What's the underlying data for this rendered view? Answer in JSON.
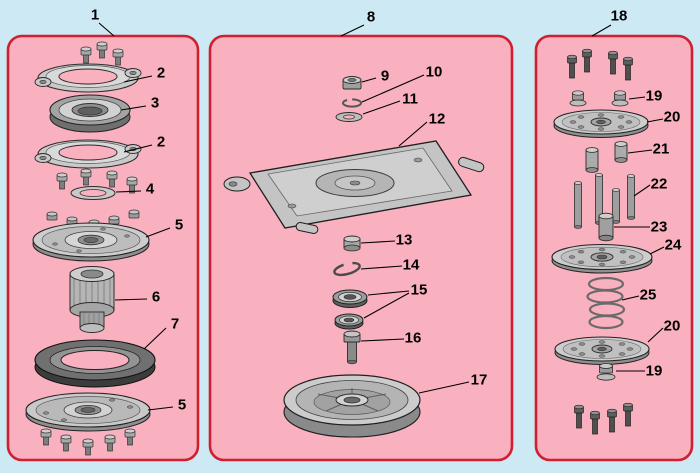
{
  "colors": {
    "background": "#cde9f3",
    "panel_fill": "#f9b0bf",
    "panel_border": "#cf1f33",
    "line": "#000000",
    "text": "#000000"
  },
  "panels": [
    {
      "label": "1",
      "callouts": [
        {
          "number": "2",
          "part": "mounting-flange-top"
        },
        {
          "number": "3",
          "part": "bearing"
        },
        {
          "number": "2",
          "part": "mounting-flange-bottom"
        },
        {
          "number": "4",
          "part": "washer-ring"
        },
        {
          "number": "5",
          "part": "pulley-disc-upper"
        },
        {
          "number": "6",
          "part": "splined-hub"
        },
        {
          "number": "7",
          "part": "friction-ring"
        },
        {
          "number": "5",
          "part": "pulley-disc-lower"
        }
      ]
    },
    {
      "label": "8",
      "callouts": [
        {
          "number": "9",
          "part": "hex-nut"
        },
        {
          "number": "10",
          "part": "lock-ring"
        },
        {
          "number": "11",
          "part": "washer"
        },
        {
          "number": "12",
          "part": "deck-plate"
        },
        {
          "number": "13",
          "part": "cap-spacer"
        },
        {
          "number": "14",
          "part": "snap-ring"
        },
        {
          "number": "15",
          "part": "bearings"
        },
        {
          "number": "16",
          "part": "shoulder-bolt"
        },
        {
          "number": "17",
          "part": "pulley"
        }
      ]
    },
    {
      "label": "18",
      "callouts": [
        {
          "number": "19",
          "part": "nut-washer-top"
        },
        {
          "number": "20",
          "part": "disc-top"
        },
        {
          "number": "21",
          "part": "short-spacers"
        },
        {
          "number": "22",
          "part": "long-spacers"
        },
        {
          "number": "23",
          "part": "thick-spacer"
        },
        {
          "number": "24",
          "part": "disc-middle"
        },
        {
          "number": "25",
          "part": "spring"
        },
        {
          "number": "20",
          "part": "disc-bottom"
        },
        {
          "number": "19",
          "part": "nut-washer-bottom"
        }
      ]
    }
  ]
}
